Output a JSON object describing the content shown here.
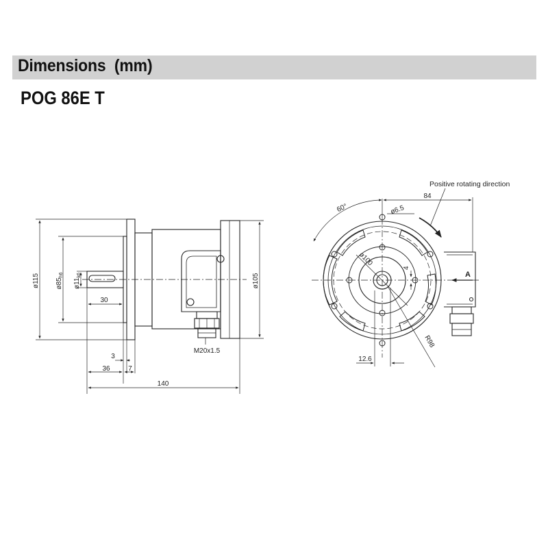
{
  "header": {
    "title": "Dimensions  (mm)"
  },
  "model": {
    "name": "POG 86E T"
  },
  "side_view": {
    "dims": {
      "d115": "ø115",
      "d85": "ø85",
      "d85_tol": "h6",
      "d11": "ø11",
      "d11_tol": "k6",
      "l30": "30",
      "d105": "ø105",
      "thread": "M20x1.5",
      "l3": "3",
      "l36": "36",
      "l7": "7",
      "l140": "140"
    }
  },
  "front_view": {
    "dims": {
      "angle60": "60°",
      "hole": "ø6.5",
      "l84": "84",
      "d100": "ø100",
      "l4": "4",
      "r98": "R98",
      "l12_6": "12.6"
    },
    "labels": {
      "rotation": "Positive rotating direction",
      "view_a": "A"
    }
  }
}
